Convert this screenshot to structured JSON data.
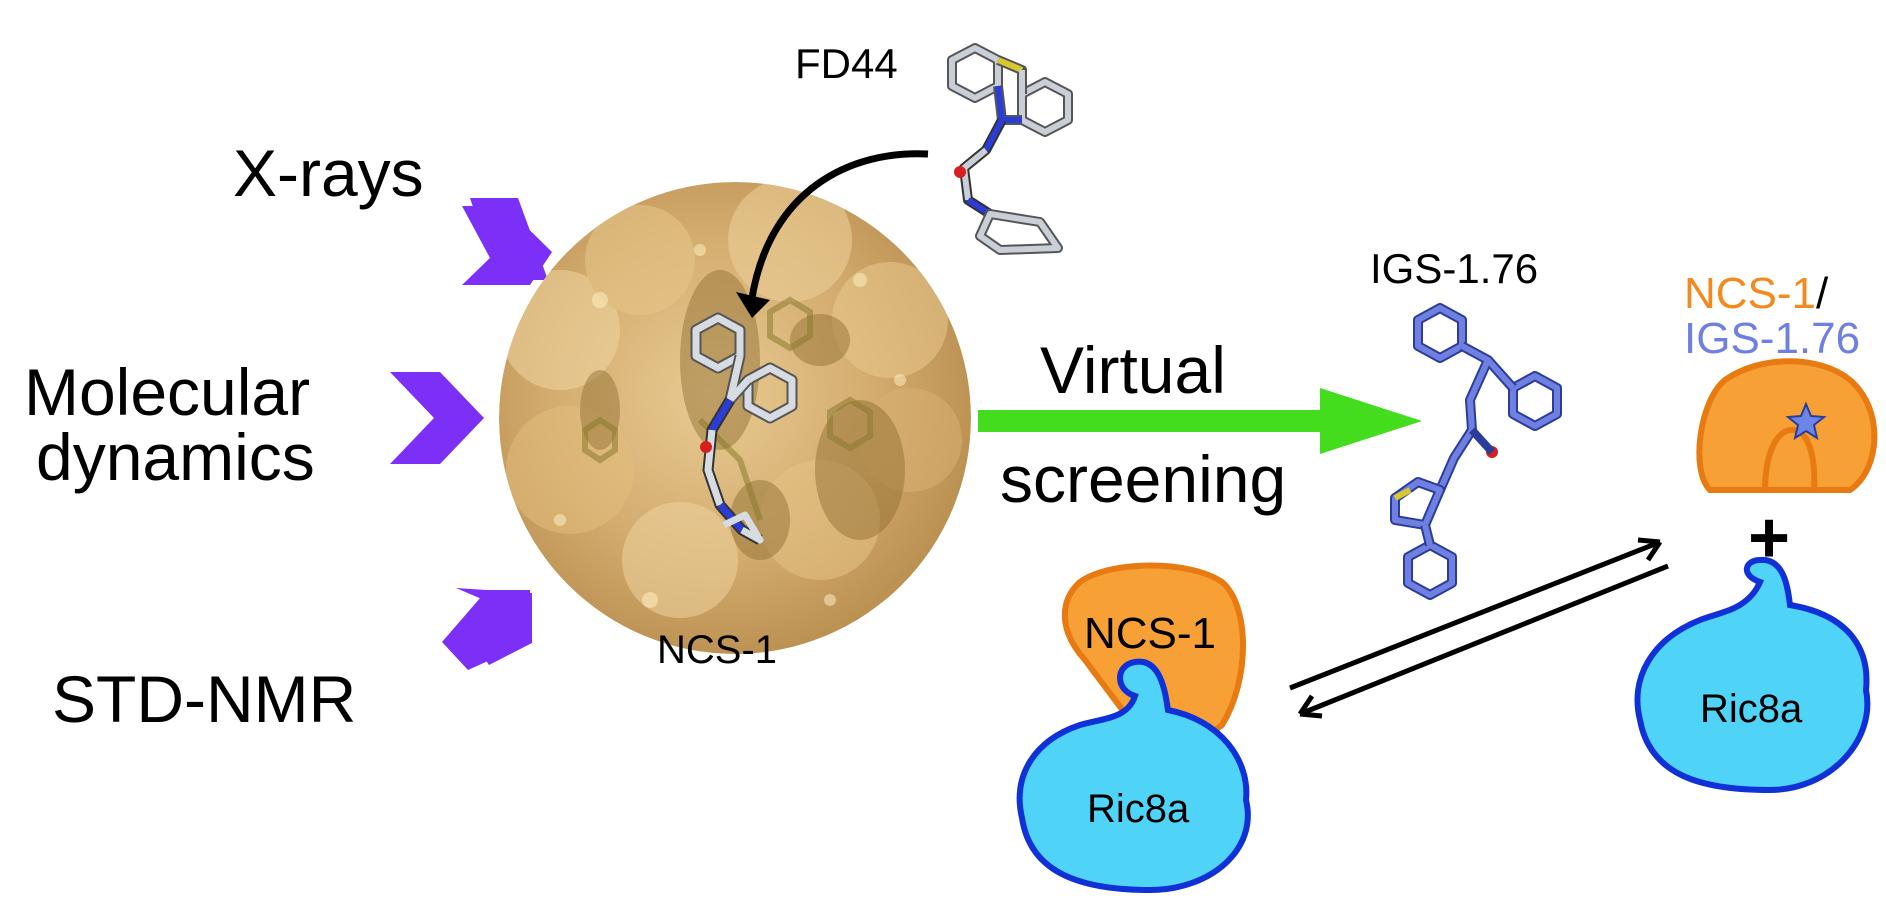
{
  "methods": {
    "xrays": "X-rays",
    "md_line1": "Molecular",
    "md_line2": "dynamics",
    "std_nmr": "STD-NMR"
  },
  "ligands": {
    "fd44": "FD44",
    "igs": "IGS-1.76"
  },
  "protein_surface_label": "NCS-1",
  "virtual_screening": {
    "line1": "Virtual",
    "line2": "screening"
  },
  "complex_left": {
    "ncs1": "NCS-1",
    "ric8a": "Ric8a"
  },
  "complex_right": {
    "ncs1": "NCS-1",
    "slash": "/",
    "igs": "IGS-1.76",
    "plus": "+",
    "ric8a": "Ric8a"
  },
  "colors": {
    "method_arrow": "#7B2FF7",
    "screening_arrow": "#44DD1E",
    "ncs1_fill": "#F7A035",
    "ncs1_label": "#F28A1E",
    "ric8a_fill": "#4FD3F7",
    "ric8a_stroke": "#1030D8",
    "igs_ligand": "#7080E0",
    "fd44_ligand": "#C8CFD6",
    "surface": "#D9B47A"
  }
}
